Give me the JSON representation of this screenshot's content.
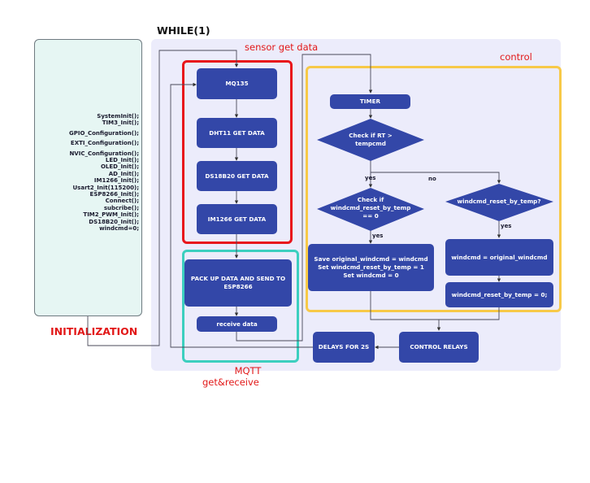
{
  "title": "WHILE(1)",
  "init": {
    "label": "INITIALIZATION",
    "lines": [
      "SystemInit();",
      "TIM3_Init();",
      "",
      "GPIO_Configuration();",
      "",
      "EXTI_Configuration();",
      "",
      "NVIC_Configuration();",
      "LED_Init();",
      "OLED_Init();",
      "AD_Init();",
      "IM1266_Init();",
      "Usart2_Init(115200);",
      "ESP8266_Init();",
      "Connect();",
      "subcribe();",
      "TIM2_PWM_Init();",
      "DS18B20_Init();",
      "windcmd=0;"
    ]
  },
  "groups": {
    "sensor": {
      "label": "sensor get data",
      "color": "#e8151b"
    },
    "mqtt": {
      "label_line1": "MQTT",
      "label_line2": "get&receive",
      "color": "#3ccfbf"
    },
    "control": {
      "label": "control",
      "color": "#f7c948"
    }
  },
  "nodes": {
    "mq135": "MQ135",
    "dht11": "DHT11 GET DATA",
    "ds18b20": "DS18B20 GET DATA",
    "im1266": "IM1266 GET DATA",
    "pack": "PACK UP DATA AND SEND TO ESP8266",
    "receive": "receive data",
    "timer": "TIMER",
    "check_rt": "Check if RT > tempcmd",
    "check_reset": "Check if windcmd_reset_by_temp == 0",
    "reset_q": "windcmd_reset_by_temp?",
    "save": [
      "Save original_windcmd = windcmd",
      "Set windcmd_reset_by_temp = 1",
      "Set windcmd = 0"
    ],
    "restore": "windcmd = original_windcmd",
    "reset_zero": "windcmd_reset_by_temp = 0;",
    "control_relays": "CONTROL RELAYS",
    "delays": "DELAYS FOR 2S"
  },
  "edge_labels": {
    "yes1": "yes",
    "no1": "no",
    "yes2": "yes",
    "yes3": "yes"
  },
  "colors": {
    "node": "#3347a8",
    "panel": "#ececfb",
    "init_bg": "#e6f6f3",
    "red_text": "#e21818"
  }
}
